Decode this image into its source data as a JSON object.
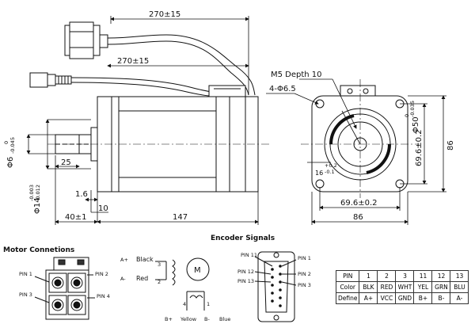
{
  "side_view": {
    "cable_len_top": "270±15",
    "cable_len_bottom": "270±15",
    "shaft_dia": "Φ6",
    "shaft_tol_top": "0",
    "shaft_tol_bottom": "-0.045",
    "key_len": "25",
    "pilot_dia": "Φ14",
    "pilot_tol_top": "-0.003",
    "pilot_tol_bottom": "-0.012",
    "flange_thk": "1.6",
    "pilot_len": "10",
    "shaft_len": "40±1",
    "body_len": "147"
  },
  "front_view": {
    "thread_note": "M5 Depth 10",
    "hole_note": "4-Φ6.5",
    "pcd": "Φ50",
    "pcd_tol_top": "0",
    "pcd_tol_bottom": "-0.035",
    "bolt_h": "69.6±0.2",
    "height": "86",
    "boss_h": "16",
    "boss_tol_top": "+0.2",
    "boss_tol_bottom": "-0.1",
    "bolt_w": "69.6±0.2",
    "width": "86"
  },
  "motor_connections": {
    "title": "Motor Connetions",
    "pins": [
      "PIN 1",
      "PIN 2",
      "PIN 3",
      "PIN 4"
    ]
  },
  "windings": {
    "a_plus": "A+",
    "a_minus": "A-",
    "black": "Black",
    "red": "Red",
    "n3": "3",
    "n2": "2",
    "n4": "4",
    "n1": "1",
    "motor": "M",
    "b_plus": "B+",
    "yellow": "Yellow",
    "b_minus": "B-",
    "blue": "Blue"
  },
  "encoder": {
    "title": "Encoder Signals",
    "pins": [
      "PIN 11",
      "PIN 1",
      "PIN 12",
      "PIN 2",
      "PIN 13",
      "PIN 3"
    ]
  },
  "pin_table": {
    "rows": [
      [
        "PIN",
        "1",
        "2",
        "3",
        "11",
        "12",
        "13"
      ],
      [
        "Color",
        "BLK",
        "RED",
        "WHT",
        "YEL",
        "GRN",
        "BLU"
      ],
      [
        "Define",
        "A+",
        "VCC",
        "GND",
        "B+",
        "B-",
        "A-"
      ]
    ]
  }
}
